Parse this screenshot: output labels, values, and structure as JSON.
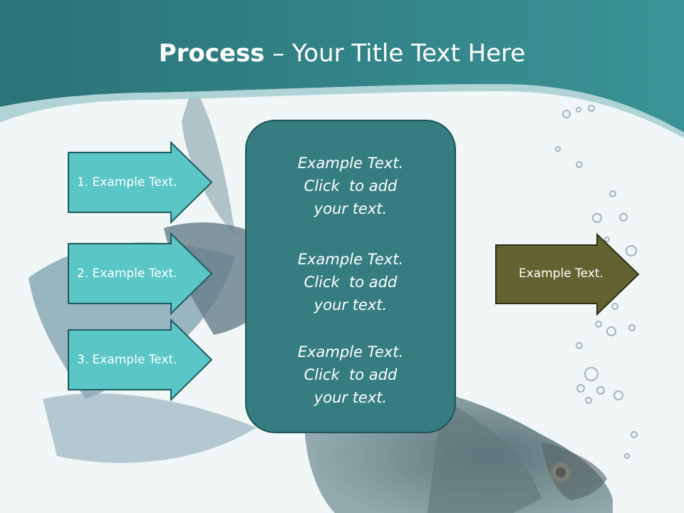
{
  "title": {
    "bold": "Process",
    "rest": " – Your Title Text Here"
  },
  "left_arrows": [
    {
      "label": "1. Example Text."
    },
    {
      "label": "2. Example Text."
    },
    {
      "label": "3. Example Text."
    }
  ],
  "center_box": {
    "paragraphs": [
      {
        "line1": "Example Text.",
        "line2": "Click  to add",
        "line3": "your text."
      },
      {
        "line1": "Example Text.",
        "line2": "Click  to add",
        "line3": "your text."
      },
      {
        "line1": "Example Text.",
        "line2": "Click  to add",
        "line3": "your text."
      }
    ]
  },
  "right_arrow": {
    "label": "Example Text."
  },
  "colors": {
    "header_teal": "#2e7b80",
    "arrow_fill": "#5ac6c6",
    "center_fill": "#367d81",
    "right_arrow_fill": "#636331"
  }
}
